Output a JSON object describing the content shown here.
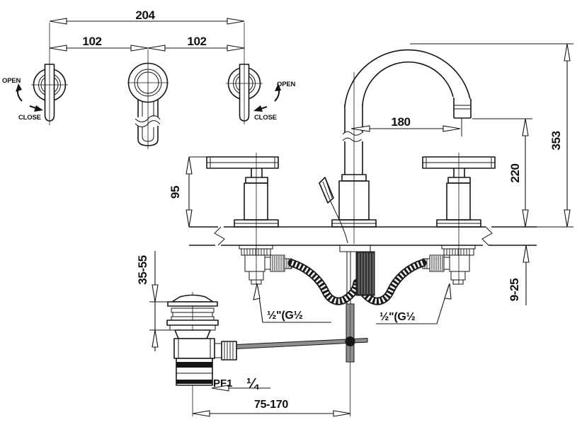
{
  "plan": {
    "dim_overall": "204",
    "dim_spacing_left": "102",
    "dim_spacing_right": "102",
    "open_left": "OPEN",
    "close_left": "CLOSE",
    "open_right": "OPEN",
    "close_right": "CLOSE"
  },
  "front": {
    "dim_handle_height": "95",
    "dim_spout_reach": "180",
    "dim_spout_outlet_height": "220",
    "dim_overall_height": "353",
    "dim_counter_thickness": "9-25",
    "dim_drain_mount_range": "35-55",
    "dim_liftrod_range": "75-170",
    "drain_thread_prefix": "PF1",
    "drain_thread_fraction": "¼",
    "supply_left": "½\"(G½",
    "supply_right": "½\"(G½"
  },
  "colors": {
    "line": "#151515",
    "background": "#ffffff",
    "rod_gray": "#8e8e8e"
  }
}
